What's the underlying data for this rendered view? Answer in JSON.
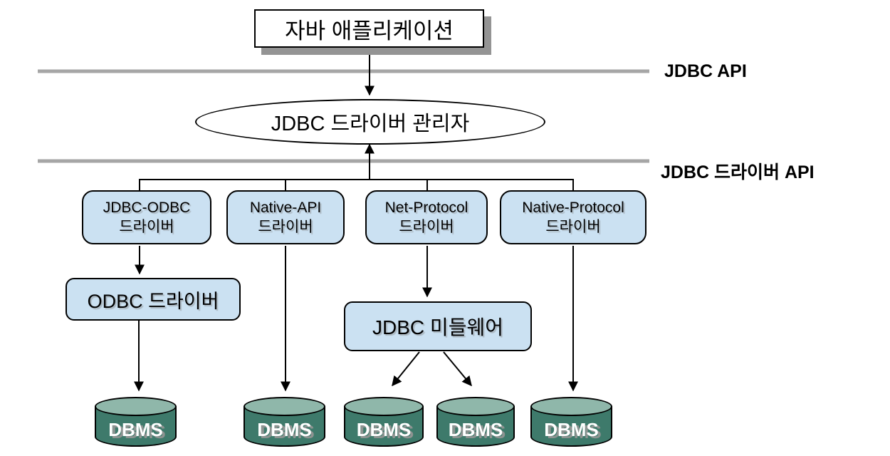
{
  "diagram": {
    "title_box": {
      "label": "자바 애플리케이션"
    },
    "api_layers": [
      {
        "label": "JDBC API"
      },
      {
        "label": "JDBC 드라이버 API"
      }
    ],
    "manager": {
      "label": "JDBC 드라이버 관리자"
    },
    "drivers": [
      {
        "line1": "JDBC-ODBC",
        "line2": "드라이버"
      },
      {
        "line1": "Native-API",
        "line2": "드라이버"
      },
      {
        "line1": "Net-Protocol",
        "line2": "드라이버"
      },
      {
        "line1": "Native-Protocol",
        "line2": "드라이버"
      }
    ],
    "odbc_driver": {
      "label": "ODBC 드라이버"
    },
    "middleware": {
      "label": "JDBC 미들웨어"
    },
    "databases": [
      {
        "label": "DBMS"
      },
      {
        "label": "DBMS"
      },
      {
        "label": "DBMS"
      },
      {
        "label": "DBMS"
      },
      {
        "label": "DBMS"
      }
    ],
    "colors": {
      "background": "#ffffff",
      "node_fill": "#cbe1f2",
      "node_border": "#000000",
      "layer_line": "#a6a6a6",
      "box_shadow": "#949494",
      "cylinder_body": "#3e7a6b",
      "cylinder_top": "#8fb7aa",
      "dbms_text": "#ffffff"
    }
  }
}
